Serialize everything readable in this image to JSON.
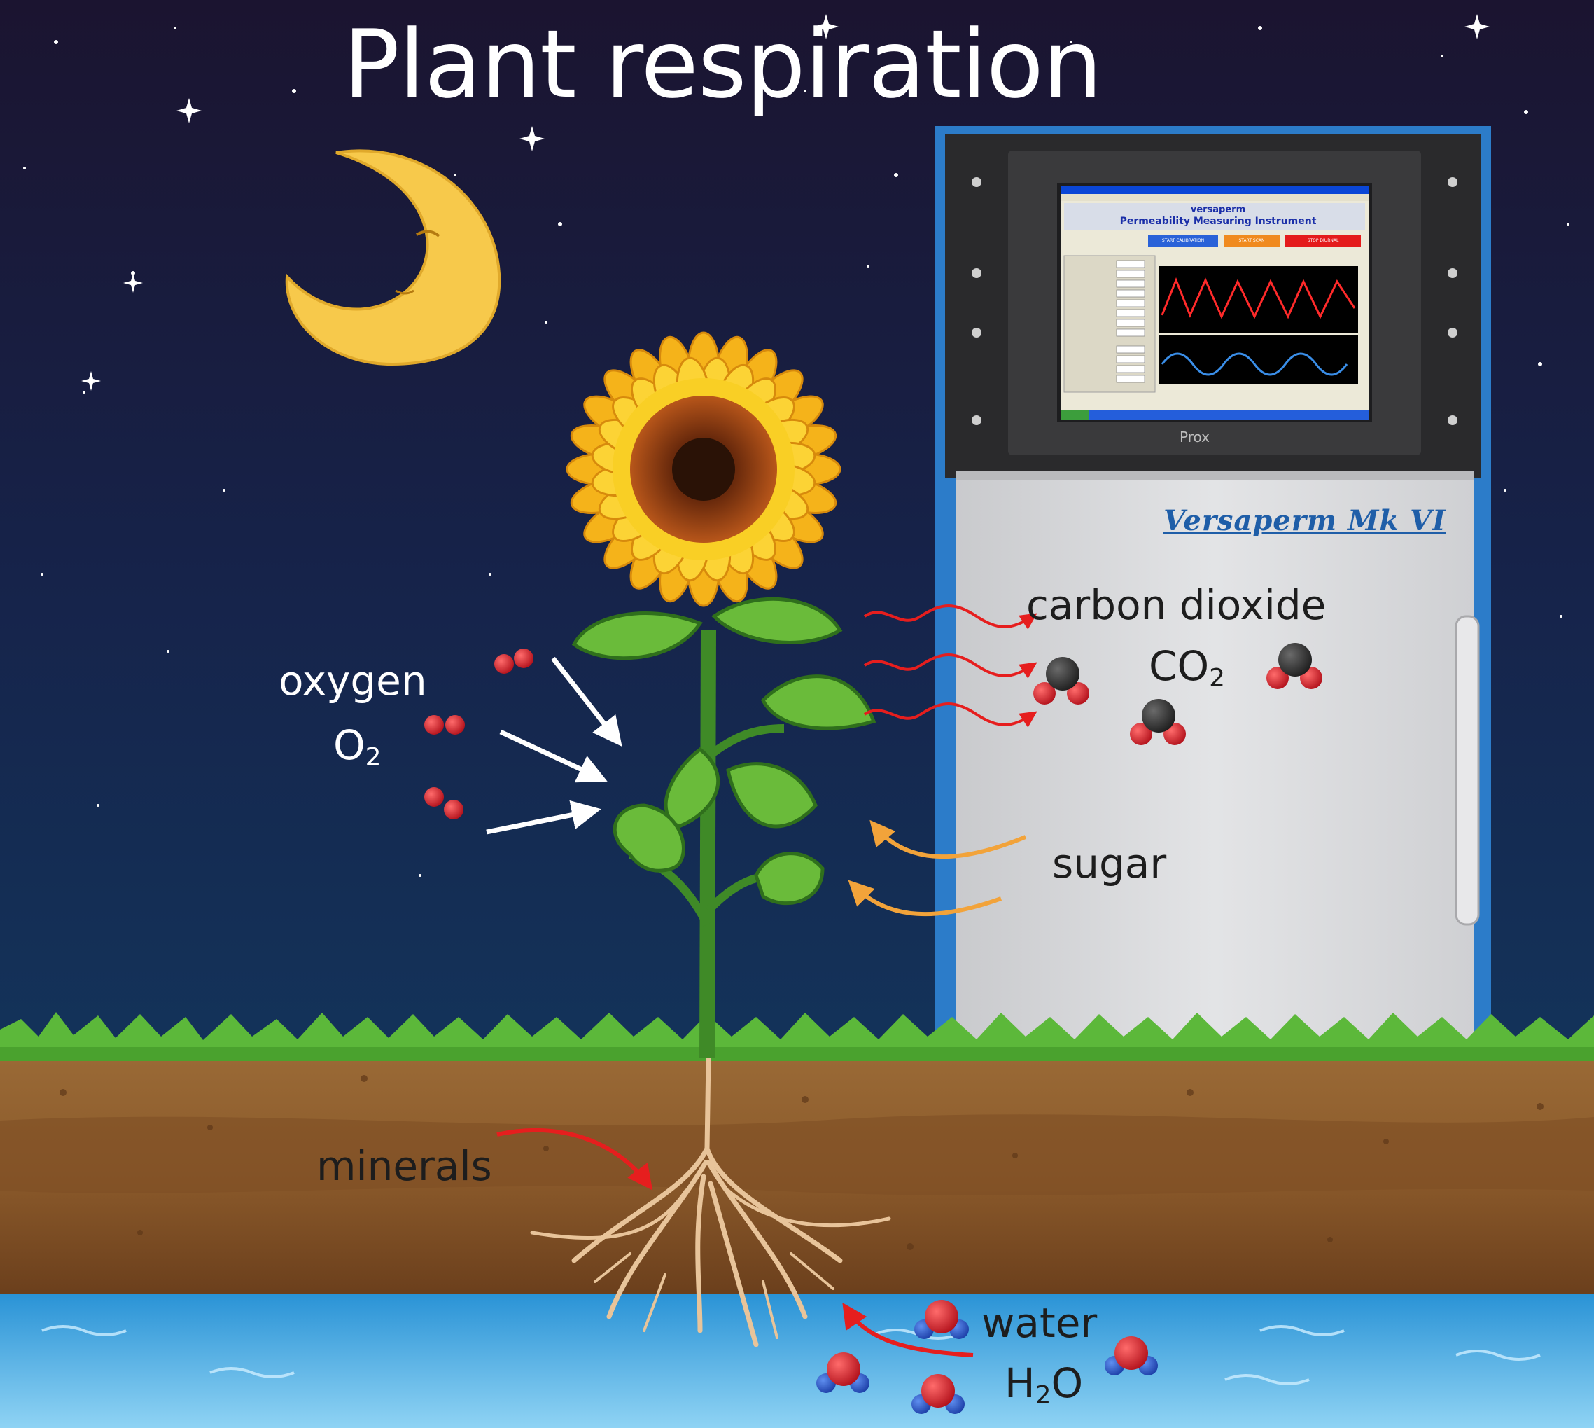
{
  "title": "Plant respiration",
  "labels": {
    "oxygen": "oxygen",
    "oxygen_formula_main": "O",
    "oxygen_formula_sub": "2",
    "carbon_dioxide": "carbon dioxide",
    "co2_formula_main": "CO",
    "co2_formula_sub": "2",
    "sugar": "sugar",
    "minerals": "minerals",
    "water": "water",
    "water_formula_h": "H",
    "water_formula_sub": "2",
    "water_formula_o": "O"
  },
  "instrument": {
    "brand": "Versaperm Mk VI",
    "monitor_logo": "Prox",
    "screen_app": "versaperm",
    "screen_heading": "Permeability Measuring Instrument",
    "btn_calibration": "START CALIBRATION",
    "btn_start": "START SCAN",
    "btn_stop": "STOP DIURNAL"
  },
  "colors": {
    "sky_top": "#1b1430",
    "sky_bottom": "#13335a",
    "soil": "#8a5c2e",
    "water": "#3fa7e0",
    "oxygen_molecule": "#d9242f",
    "co2_carbon": "#3a3a3a",
    "arrow_oxygen": "#ffffff",
    "arrow_co2": "#e61e1e",
    "arrow_sugar": "#f2a33a",
    "arrow_minerals": "#e61e1e",
    "instrument_frame": "#2c7cc9",
    "instrument_body": "#d9dadc",
    "brand_text": "#1f5ea8",
    "chart_red": "#ff2a2a",
    "chart_blue": "#3a8ee8"
  }
}
